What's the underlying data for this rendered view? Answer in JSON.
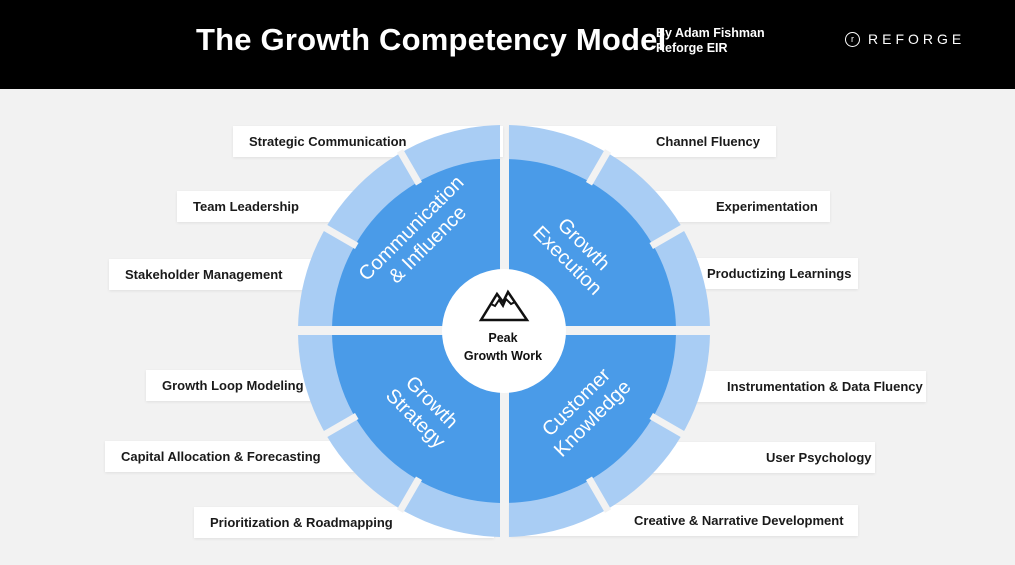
{
  "header": {
    "title": "The Growth Competency Model",
    "byline_author": "By Adam Fishman",
    "byline_role": "Reforge EIR",
    "brand_mark": "r",
    "brand": "REFORGE"
  },
  "center": {
    "icon": "mountain-icon",
    "line1": "Peak",
    "line2": "Growth Work"
  },
  "quadrants": {
    "top_left": {
      "line1": "Communication",
      "line2": "& Influence"
    },
    "top_right": {
      "line1": "Growth",
      "line2": "Execution"
    },
    "bottom_left": {
      "line1": "Growth",
      "line2": "Strategy"
    },
    "bottom_right": {
      "line1": "Customer",
      "line2": "Knowledge"
    }
  },
  "competencies": {
    "left": [
      "Strategic Communication",
      "Team Leadership",
      "Stakeholder Management",
      "Growth Loop Modeling",
      "Capital Allocation & Forecasting",
      "Prioritization & Roadmapping"
    ],
    "right": [
      "Channel Fluency",
      "Experimentation",
      "Productizing Learnings",
      "Instrumentation & Data Fluency",
      "User Psychology",
      "Creative & Narrative Development"
    ]
  },
  "colors": {
    "inner_blue": "#4a9be8",
    "outer_ring": "#a9cdf4",
    "header_bg": "#000000",
    "background": "#f2f2f2"
  }
}
